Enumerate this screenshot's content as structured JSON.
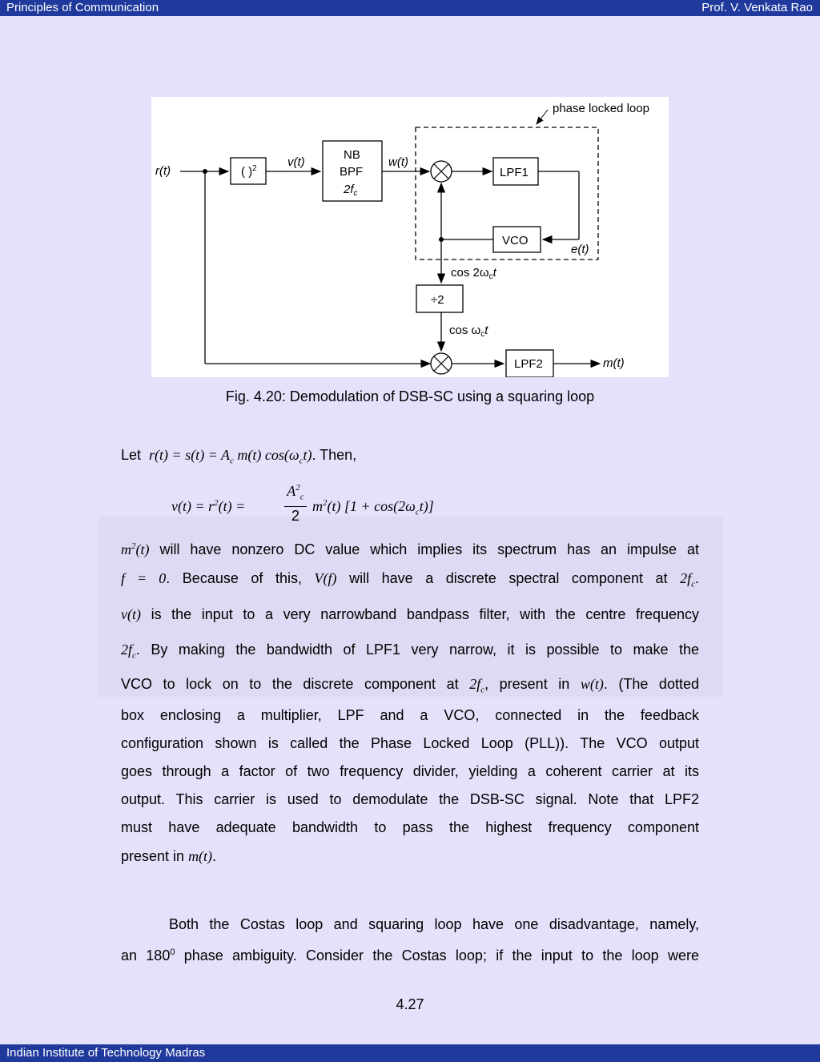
{
  "header": {
    "left": "Principles of Communication",
    "right": "Prof. V. Venkata Rao"
  },
  "footer": {
    "left": "Indian Institute of Technology Madras"
  },
  "figure": {
    "pll_label": "phase locked loop",
    "input_label": "r(t)",
    "squarer_label": "( )",
    "squarer_sup": "2",
    "v_label": "v(t)",
    "bpf_line1": "NB",
    "bpf_line2": "BPF",
    "bpf_line3": "2f",
    "bpf_sub": "c",
    "w_label": "w(t)",
    "lpf1_label": "LPF1",
    "vco_label": "VCO",
    "e_label": "e(t)",
    "cos2_label": "cos 2ω",
    "cos2_sub": "c",
    "cos2_t": "t",
    "div_label": "÷2",
    "cos1_label": "cos ω",
    "cos1_sub": "c",
    "cos1_t": "t",
    "lpf2_label": "LPF2",
    "output_label": "m(t)",
    "caption": "Fig. 4.20: Demodulation of DSB-SC using a squaring loop"
  },
  "text": {
    "let_prefix": "Let",
    "let_eq": "r(t) = s(t) = A",
    "let_eq_sub": "c",
    "let_eq_rest": "m(t) cos(ω",
    "let_eq_sub2": "c",
    "let_eq_end": "t)",
    "let_suffix": ". Then,",
    "eq2_left": "v(t) = r",
    "eq2_sup": "2",
    "eq2_mid": "(t) =",
    "eq2_num": "A",
    "eq2_num_sup": "2",
    "eq2_num_sub": "c",
    "eq2_den": "2",
    "eq2_right": "m",
    "eq2_right_sup": "2",
    "eq2_right_rest": "(t) [1 + cos(2ω",
    "eq2_right_sub": "c",
    "eq2_right_end": "t)]",
    "p1_l1_math": "m",
    "p1_l1_sup": "2",
    "p1_l1_math2": "(t)",
    "p1_l1_text": " will have nonzero DC value which implies its spectrum has an impulse at",
    "p1_l2_a": "f = 0",
    "p1_l2_b": ". Because of this, ",
    "p1_l2_c": "V(f)",
    "p1_l2_d": " will have a discrete spectral component at ",
    "p1_l2_e": "2f",
    "p1_l2_e_sub": "c",
    "p1_l2_f": ".",
    "p1_l3_a": "v(t)",
    "p1_l3_b": " is the input to a very narrowband bandpass filter, with the centre frequency",
    "p1_l4_a": "2f",
    "p1_l4_a_sub": "c",
    "p1_l4_b": ". By making the bandwidth of LPF1 very narrow, it is possible to make the",
    "p1_l5_a": "VCO to lock on to the discrete component at ",
    "p1_l5_b": "2f",
    "p1_l5_b_sub": "c",
    "p1_l5_c": ", present in ",
    "p1_l5_d": "w(t)",
    "p1_l5_e": ". (The dotted",
    "p1_l6": "box enclosing a multiplier, LPF and a VCO, connected in the feedback",
    "p1_l7": "configuration shown is called the Phase Locked Loop (PLL)). The VCO output",
    "p1_l8": "goes through a factor of two frequency divider, yielding a coherent carrier at its",
    "p1_l9": "output. This carrier is used to demodulate the DSB-SC signal. Note that LPF2",
    "p1_l10": "must have adequate bandwidth to pass the highest frequency component",
    "p1_l11_a": "present in ",
    "p1_l11_b": "m(t)",
    "p1_l11_c": ".",
    "p2_l1": "Both the Costas loop and squaring loop have one disadvantage, namely,",
    "p2_l2_a": "an 180",
    "p2_l2_sup": "0",
    "p2_l2_b": " phase ambiguity. Consider the Costas loop; if the input to the loop were"
  },
  "page_number": "4.27"
}
